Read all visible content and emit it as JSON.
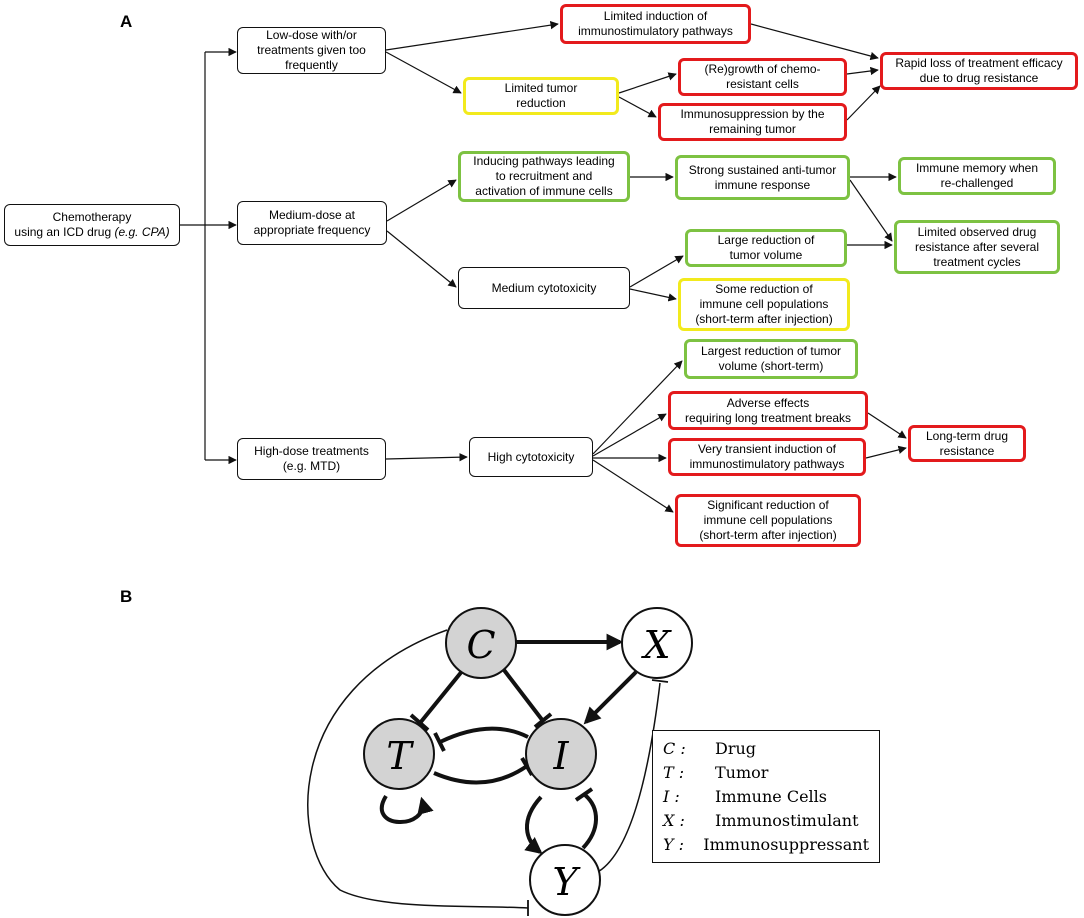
{
  "panelA": {
    "label": "A",
    "root": {
      "text": "Chemotherapy\nusing an ICD drug ",
      "italic": "(e.g. CPA)"
    },
    "low": {
      "text": "Low-dose with/or\ntreatments given too\nfrequently",
      "limited_induction": "Limited induction of\nimmunostimulatory pathways",
      "limited_tumor": "Limited tumor\nreduction",
      "regrowth": "(Re)growth of chemo-\nresistant cells",
      "immunosuppression": "Immunosuppression by the\nremaining tumor",
      "rapid_loss": "Rapid loss of treatment efficacy\ndue to drug resistance"
    },
    "medium": {
      "text": "Medium-dose at\nappropriate frequency",
      "inducing": "Inducing pathways leading\nto recruitment and\nactivation of immune cells",
      "strong": "Strong sustained anti-tumor\nimmune response",
      "memory": "Immune memory when\nre-challenged",
      "limited_resistance": "Limited observed drug\nresistance after several\ntreatment cycles",
      "cytotoxicity": "Medium cytotoxicity",
      "large_reduction": "Large reduction of\ntumor volume",
      "some_reduction": "Some reduction of\nimmune cell populations\n(short-term after injection)"
    },
    "high": {
      "text": "High-dose treatments\n(e.g. MTD)",
      "cytotoxicity": "High cytotoxicity",
      "largest": "Largest reduction of tumor\nvolume (short-term)",
      "adverse": "Adverse effects\nrequiring long treatment breaks",
      "transient": "Very transient induction of\nimmunostimulatory pathways",
      "long_term": "Long-term drug\nresistance",
      "significant": "Significant reduction of\nimmune cell populations\n(short-term after injection)"
    }
  },
  "panelB": {
    "label": "B",
    "nodes": {
      "C": "C",
      "X": "X",
      "T": "T",
      "I": "I",
      "Y": "Y"
    },
    "legend": [
      {
        "symbol": "C :",
        "name": "Drug"
      },
      {
        "symbol": "T :",
        "name": "Tumor"
      },
      {
        "symbol": "I :",
        "name": "Immune Cells"
      },
      {
        "symbol": "X :",
        "name": "Immunostimulant"
      },
      {
        "symbol": "Y :",
        "name": "Immunosuppressant"
      }
    ],
    "colors": {
      "shaded": "#d3d3d3",
      "white": "#ffffff"
    }
  },
  "colors": {
    "red": "#e31a1c",
    "yellow": "#f2ea1d",
    "green": "#7dc242"
  }
}
